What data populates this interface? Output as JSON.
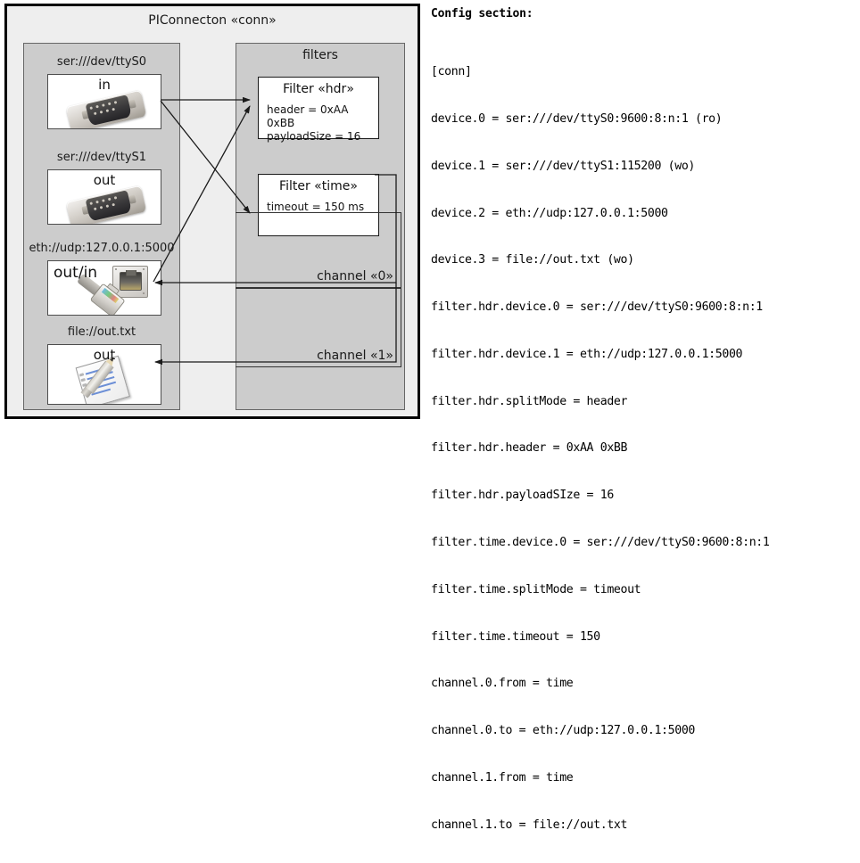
{
  "diagram": {
    "title": "PIConnecton «conn»",
    "devices_group": {
      "entries": [
        {
          "label": "ser:///dev/ttyS0",
          "direction": "in",
          "icon": "serial-db9-connector-icon"
        },
        {
          "label": "ser:///dev/ttyS1",
          "direction": "out",
          "icon": "serial-db9-connector-icon"
        },
        {
          "label": "eth://udp:127.0.0.1:5000",
          "direction": "out/in",
          "icon": "ethernet-rj45-icon"
        },
        {
          "label": "file://out.txt",
          "direction": "out",
          "icon": "notepad-pencil-icon"
        }
      ]
    },
    "filters_group": {
      "title": "filters",
      "filters": [
        {
          "title": "Filter «hdr»",
          "props": [
            "header = 0xAA 0xBB",
            "payloadSize = 16"
          ]
        },
        {
          "title": "Filter «time»",
          "props": [
            "timeout = 150 ms"
          ]
        }
      ],
      "channels": [
        {
          "label": "channel «0»"
        },
        {
          "label": "channel «1»"
        }
      ]
    }
  },
  "config": {
    "heading": "Config section:",
    "lines": [
      "[conn]",
      "device.0 = ser:///dev/ttyS0:9600:8:n:1 (ro)",
      "device.1 = ser:///dev/ttyS1:115200 (wo)",
      "device.2 = eth://udp:127.0.0.1:5000",
      "device.3 = file://out.txt (wo)",
      "filter.hdr.device.0 = ser:///dev/ttyS0:9600:8:n:1",
      "filter.hdr.device.1 = eth://udp:127.0.0.1:5000",
      "filter.hdr.splitMode = header",
      "filter.hdr.header = 0xAA 0xBB",
      "filter.hdr.payloadSIze = 16",
      "filter.time.device.0 = ser:///dev/ttyS0:9600:8:n:1",
      "filter.time.splitMode = timeout",
      "filter.time.timeout = 150",
      "channel.0.from = time",
      "channel.0.to = eth://udp:127.0.0.1:5000",
      "channel.1.from = time",
      "channel.1.to = file://out.txt"
    ]
  },
  "colors": {
    "frame_bg": "#eeeeee",
    "group_bg": "#cccccc",
    "card_bg": "#ffffff",
    "stroke": "#333333"
  }
}
